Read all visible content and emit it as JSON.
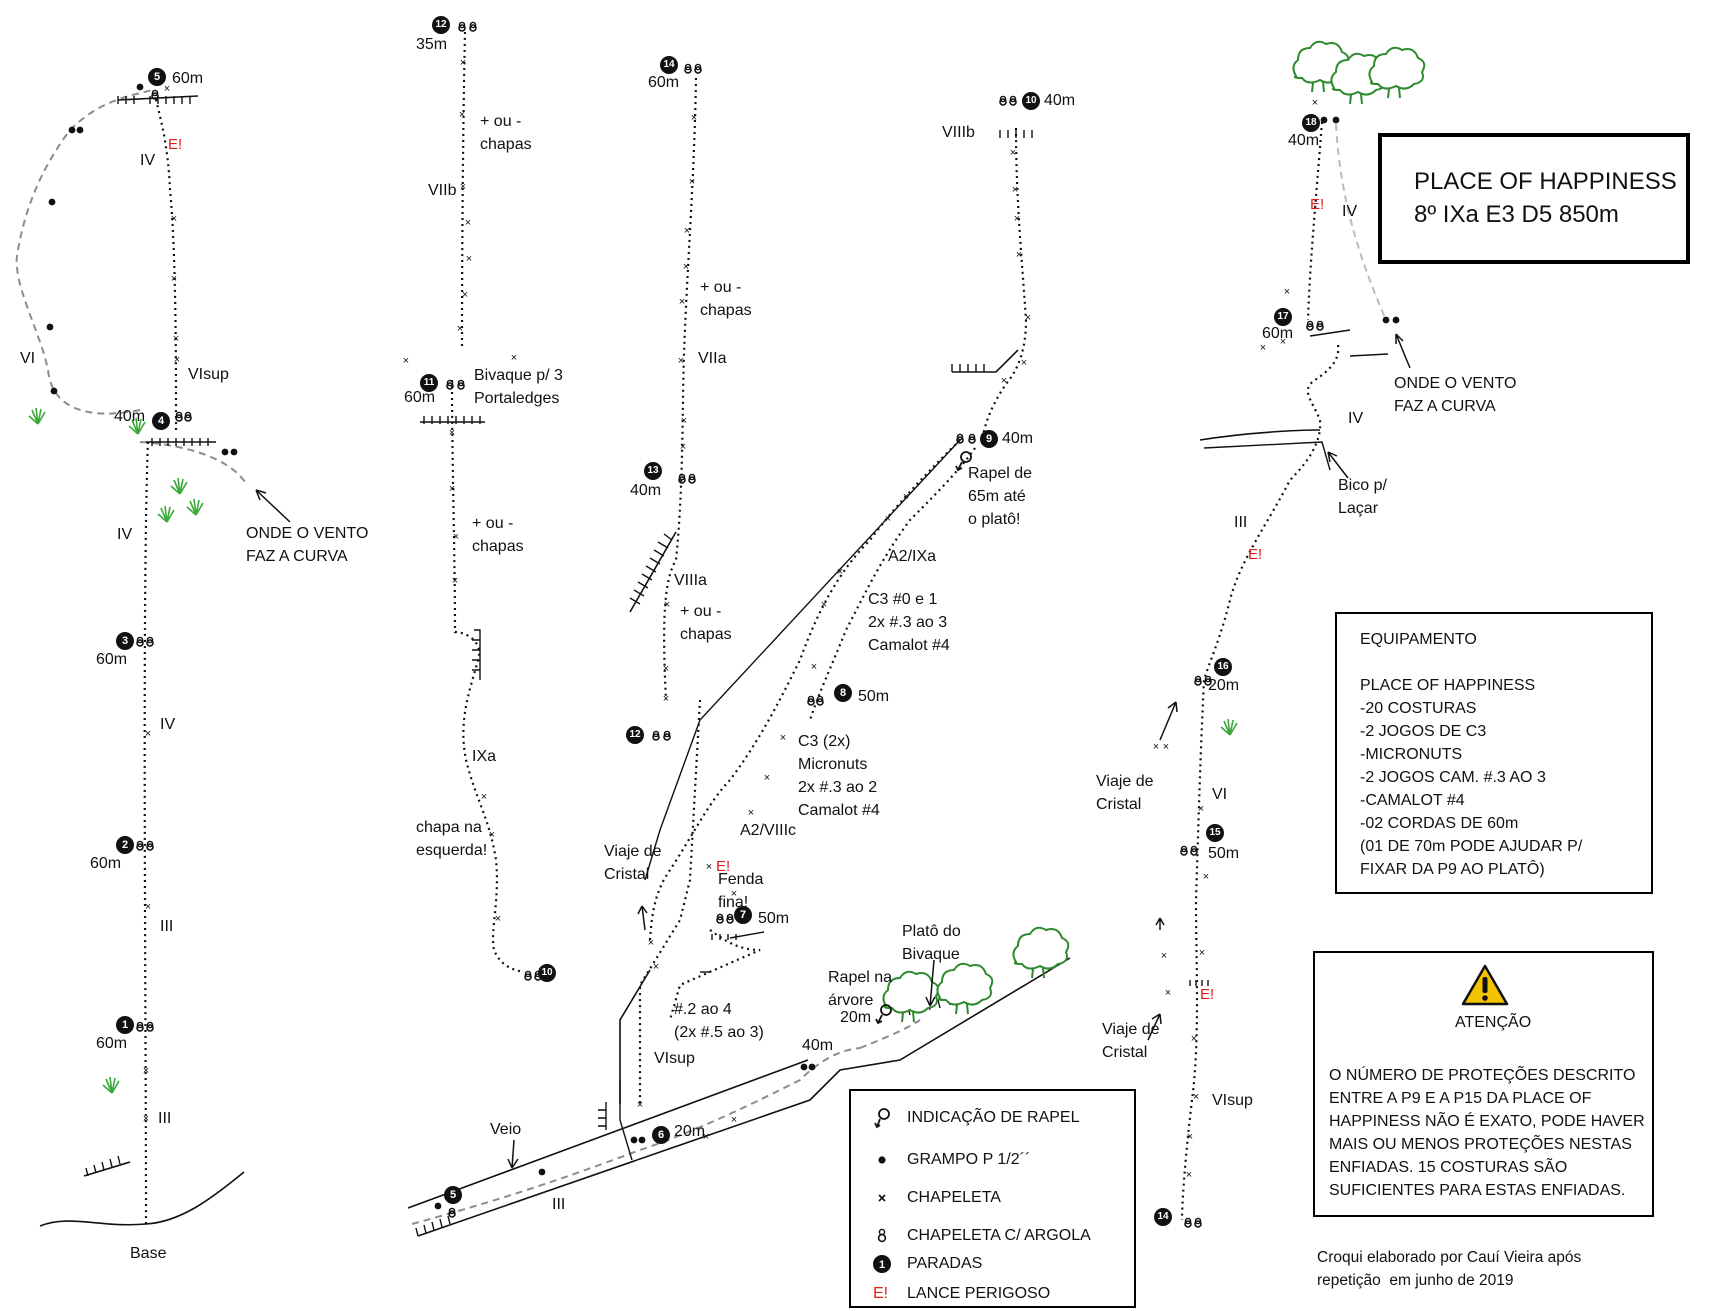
{
  "title": {
    "line1": "PLACE OF HAPPINESS",
    "line2": "8º IXa E3 D5 850m"
  },
  "equipment": {
    "heading": "EQUIPAMENTO",
    "route": "PLACE OF HAPPINESS",
    "items": [
      "-20 COSTURAS",
      "-2 JOGOS DE C3",
      "-MICRONUTS",
      "-2 JOGOS CAM. #.3 AO 3",
      "-CAMALOT #4",
      "-02 CORDAS DE 60m",
      "(01 DE 70m PODE AJUDAR P/",
      "FIXAR DA P9 AO PLATÔ)"
    ]
  },
  "alert": {
    "heading": "ATENÇÃO",
    "icon": "warning-triangle-icon",
    "lines": [
      "O NÚMERO DE PROTEÇÕES DESCRITO",
      "ENTRE A P9 E A P15 DA PLACE OF",
      "HAPPINESS NÃO É EXATO, PODE HAVER",
      "MAIS OU MENOS PROTEÇÕES NESTAS",
      "ENFIADAS. 15 COSTURAS SÃO",
      "SUFICIENTES PARA ESTAS ENFIADAS."
    ]
  },
  "legend": {
    "items": [
      {
        "icon": "rappel-ring-icon",
        "label": "INDICAÇÃO DE RAPEL"
      },
      {
        "icon": "bolt-dot-icon",
        "label": "GRAMPO P 1/2´´"
      },
      {
        "icon": "bolt-cross-icon",
        "label": "CHAPELETA"
      },
      {
        "icon": "ring-bolt-icon",
        "label": "CHAPELETA C/ ARGOLA"
      },
      {
        "icon": "belay-station-icon",
        "label": "PARADAS"
      },
      {
        "icon": "danger-mark-icon",
        "label": "LANCE PERIGOSO",
        "mark": "E!"
      }
    ]
  },
  "credit": {
    "line1": "Croqui elaborado por Cauí Vieira após",
    "line2": "repetição  em junho de 2019"
  },
  "colors": {
    "ink": "#111111",
    "danger": "#e41b1b",
    "grass": "#3aa83a",
    "warning_yellow": "#f5c400",
    "traverse": "#8c8c8c"
  },
  "topo": {
    "base": "Base",
    "stations": [
      {
        "num": "1",
        "length": "60m"
      },
      {
        "num": "2",
        "length": "60m"
      },
      {
        "num": "3",
        "length": "60m"
      },
      {
        "num": "4",
        "length": "40m"
      },
      {
        "num": "5",
        "length": "60m"
      },
      {
        "num": "5",
        "length": ""
      },
      {
        "num": "6",
        "length": "20m"
      },
      {
        "num": "7",
        "length": "50m"
      },
      {
        "num": "8",
        "length": "50m"
      },
      {
        "num": "9",
        "length": "40m"
      },
      {
        "num": "10",
        "length": "40m"
      },
      {
        "num": "10",
        "length": ""
      },
      {
        "num": "11",
        "length": "60m"
      },
      {
        "num": "12",
        "length": "35m"
      },
      {
        "num": "12",
        "length": ""
      },
      {
        "num": "13",
        "length": "40m"
      },
      {
        "num": "14",
        "length": "60m"
      },
      {
        "num": "14",
        "length": ""
      },
      {
        "num": "15",
        "length": "50m"
      },
      {
        "num": "16",
        "length": "20m"
      },
      {
        "num": "17",
        "length": "60m"
      },
      {
        "num": "18",
        "length": "40m"
      }
    ],
    "grades": [
      "III",
      "III",
      "IV",
      "IV",
      "IV",
      "VIsup",
      "VI",
      "IV",
      "VIIb",
      "IXa",
      "VIIa",
      "VIIIa",
      "VIIIb",
      "A2/IXa",
      "A2/VIIIc",
      "VIsup",
      "III",
      "VIsup",
      "VI",
      "III",
      "IV",
      "IV"
    ],
    "notes": {
      "wind_turn": [
        "ONDE O VENTO",
        "FAZ A CURVA"
      ],
      "more_or_less": [
        "+ ou -",
        "chapas"
      ],
      "bivouac": [
        "Bivaque p/ 3",
        "Portaledges"
      ],
      "left_bolt": [
        "chapa na",
        "esquerda!"
      ],
      "rappel_65": [
        "Rapel de",
        "65m até",
        "o platô!"
      ],
      "cams_upper": [
        "C3 #0 e 1",
        "2x #.3 ao 3",
        "Camalot #4"
      ],
      "cams_lower": [
        "C3 (2x)",
        "Micronuts",
        "2x #.3 ao 2",
        "Camalot #4"
      ],
      "crystal_trip": [
        "Viaje de",
        "Cristal"
      ],
      "thin_crack": "Fenda fina!",
      "cams_small": [
        "#.2 ao 4",
        "(2x #.5 ao 3)"
      ],
      "vein": "Veio",
      "bivouac_plateau": [
        "Platô do",
        "Bivaque"
      ],
      "tree_rappel": [
        "Rapel na",
        "árvore"
      ],
      "plateau_anchor_length": "40m",
      "horn": [
        "Bico p/",
        "Laçar"
      ],
      "danger": "E!"
    }
  }
}
